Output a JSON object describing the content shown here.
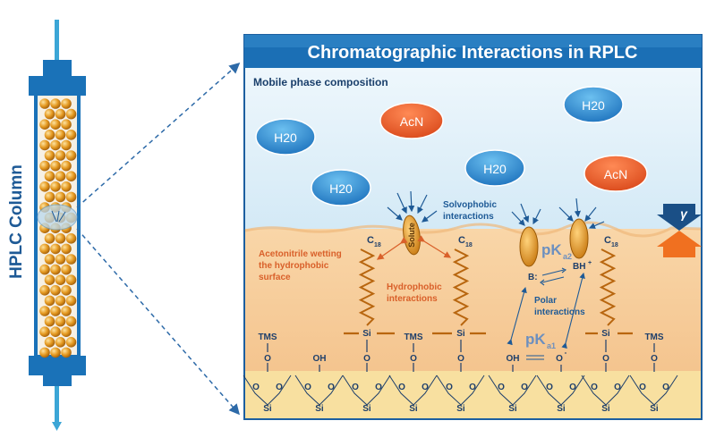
{
  "column": {
    "label": "HPLC Column"
  },
  "panel": {
    "title": "Chromatographic Interactions in RPLC",
    "mobile_phase_label": "Mobile phase composition"
  },
  "molecules": {
    "water": "H₂O",
    "water_display": "H20",
    "acetonitrile": "AcN"
  },
  "annotations": {
    "solvophobic_1": "Solvophobic",
    "solvophobic_2": "interactions",
    "wetting_1": "Acetonitrile wetting",
    "wetting_2": "the hydrophobic",
    "wetting_3": "surface",
    "hydrophobic_1": "Hydrophobic",
    "hydrophobic_2": "interactions",
    "polar_1": "Polar",
    "polar_2": "interactions",
    "solute": "Solute",
    "gamma": "γ"
  },
  "chemistry": {
    "c18_main": "C",
    "c18_sub": "18",
    "pka_main": "pK",
    "pka2_sub": "a2",
    "pka1_sub": "a1",
    "base": "B:",
    "acid_main": "BH",
    "acid_sup": "+",
    "tms": "TMS",
    "si": "Si",
    "o": "O",
    "oh": "OH",
    "o_minus": "O",
    "minus": "-"
  },
  "colors": {
    "title_bar": "#1b6fb5",
    "panel_border": "#1c5fa0",
    "mobile_phase": "#d6ebf7",
    "stationary_phase": "#f5c99a",
    "silica": "#f8e0a0",
    "water_ellipse": "#2f8fd3",
    "acn_ellipse": "#e8531f",
    "solute": "#e39a24",
    "text_blue": "#1e5a96",
    "text_orange": "#d9602a",
    "column_blue": "#1a72b8",
    "bead": "#e2971f"
  }
}
